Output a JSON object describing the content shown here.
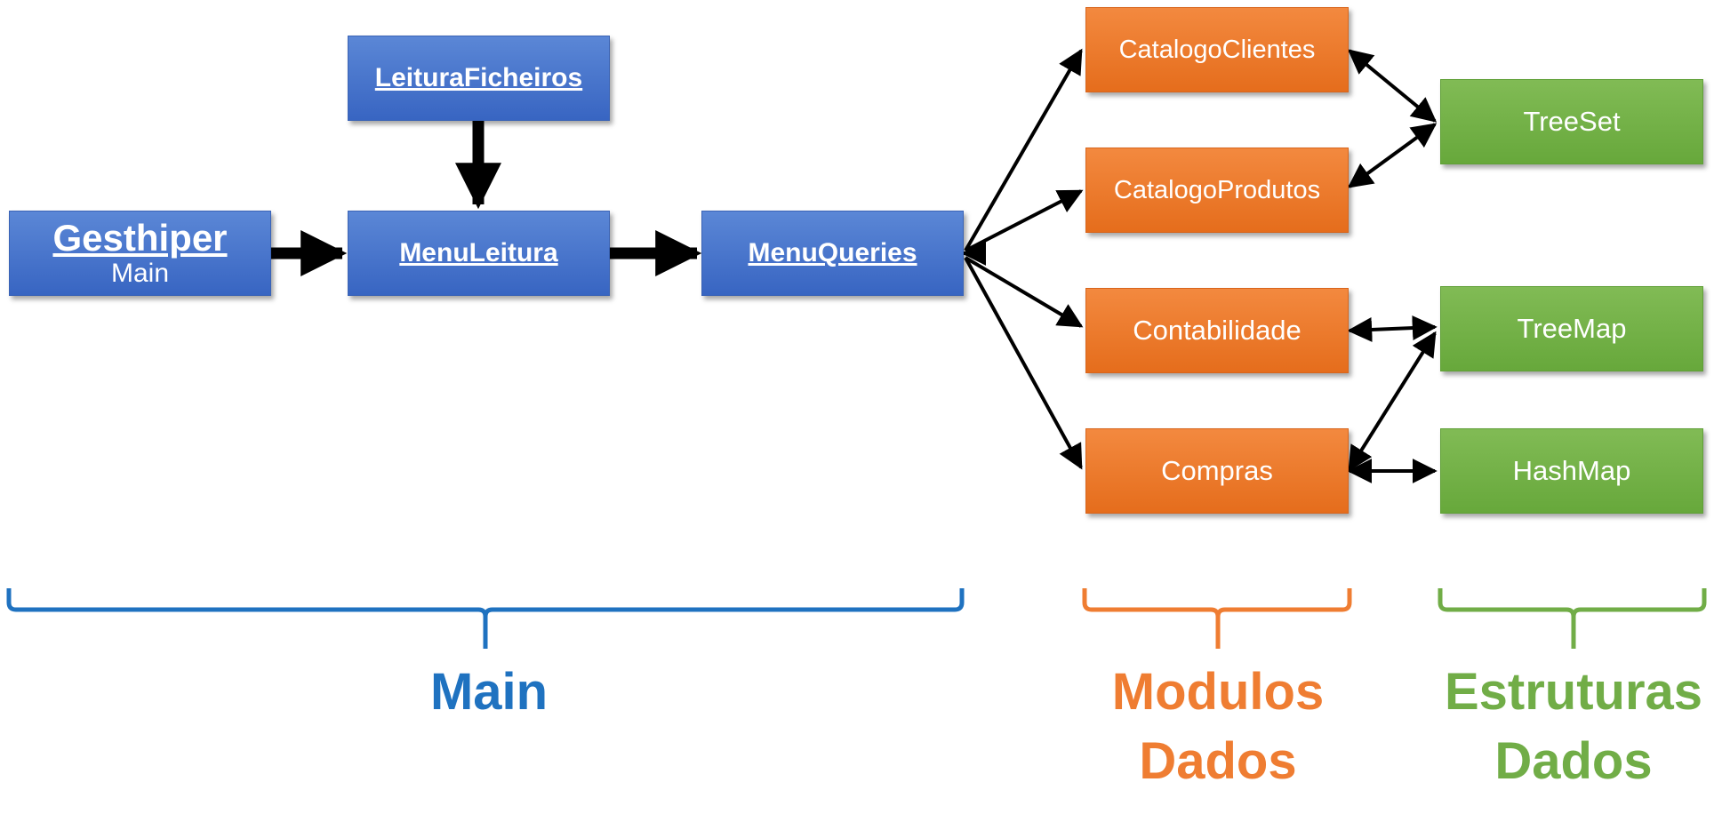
{
  "boxes": {
    "gesthiper": {
      "title": "Gesthiper",
      "subtitle": "Main"
    },
    "leitura_ficheiros": "LeituraFicheiros",
    "menu_leitura": "MenuLeitura",
    "menu_queries": "MenuQueries",
    "catalogo_clientes": "CatalogoClientes",
    "catalogo_produtos": "CatalogoProdutos",
    "contabilidade": "Contabilidade",
    "compras": "Compras",
    "treeset": "TreeSet",
    "treemap": "TreeMap",
    "hashmap": "HashMap"
  },
  "groups": {
    "main": "Main",
    "modulos_line1": "Modulos",
    "modulos_line2": "Dados",
    "estruturas_line1": "Estruturas",
    "estruturas_line2": "Dados"
  },
  "colors": {
    "blue": "#3865c2",
    "orange": "#e56d1c",
    "green": "#67a83b",
    "main_label": "#1f72c0",
    "modulos_label": "#ef7d32",
    "estruturas_label": "#71ad47"
  }
}
